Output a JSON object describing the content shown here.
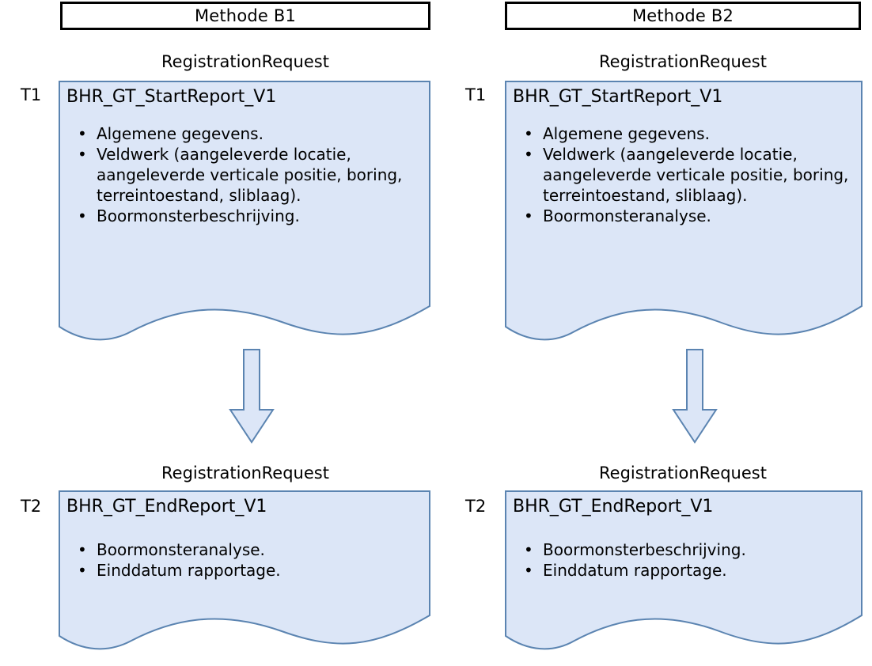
{
  "colors": {
    "doc_fill": "#DCE6F7",
    "doc_stroke": "#5B84B1",
    "arrow_fill": "#DCE6F7",
    "arrow_stroke": "#5B84B1",
    "header_border": "#000000",
    "text": "#000000",
    "background": "#FFFFFF"
  },
  "columns": [
    {
      "header": "Methode B1",
      "steps": [
        {
          "time_label": "T1",
          "type_label": "RegistrationRequest",
          "title": "BHR_GT_StartReport_V1",
          "bullets": [
            "Algemene gegevens.",
            "Veldwerk (aangeleverde locatie, aangeleverde verticale positie, boring, terreintoestand, sliblaag).",
            "Boormonsterbeschrijving."
          ]
        },
        {
          "time_label": "T2",
          "type_label": "RegistrationRequest",
          "title": "BHR_GT_EndReport_V1",
          "bullets": [
            "Boormonsteranalyse.",
            "Einddatum rapportage."
          ]
        }
      ]
    },
    {
      "header": "Methode B2",
      "steps": [
        {
          "time_label": "T1",
          "type_label": "RegistrationRequest",
          "title": "BHR_GT_StartReport_V1",
          "bullets": [
            "Algemene gegevens.",
            "Veldwerk (aangeleverde locatie, aangeleverde verticale positie, boring, terreintoestand, sliblaag).",
            "Boormonsteranalyse."
          ]
        },
        {
          "time_label": "T2",
          "type_label": "RegistrationRequest",
          "title": "BHR_GT_EndReport_V1",
          "bullets": [
            "Boormonsterbeschrijving.",
            "Einddatum rapportage."
          ]
        }
      ]
    }
  ],
  "arrows": [
    {
      "name": "flow-arrow-b1",
      "direction": "down"
    },
    {
      "name": "flow-arrow-b2",
      "direction": "down"
    }
  ]
}
